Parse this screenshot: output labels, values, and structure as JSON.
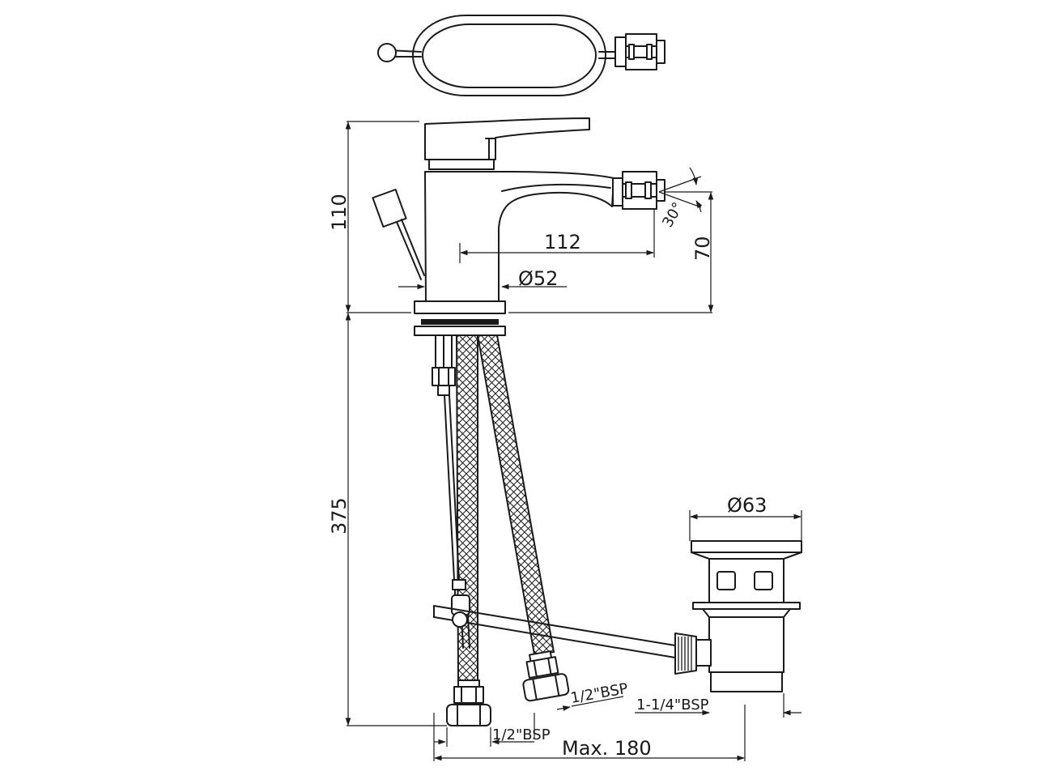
{
  "dimensions": {
    "total_height_above": "110",
    "spout_height": "70",
    "spout_reach": "112",
    "base_diameter": "Ø52",
    "hose_length": "375",
    "waste_diameter": "Ø63",
    "max_spacing": "Max. 180",
    "spray_angle": "30°",
    "hose_thread_a": "1/2\"BSP",
    "hose_thread_b": "1/2\"BSP",
    "waste_thread": "1-1/4\"BSP"
  }
}
